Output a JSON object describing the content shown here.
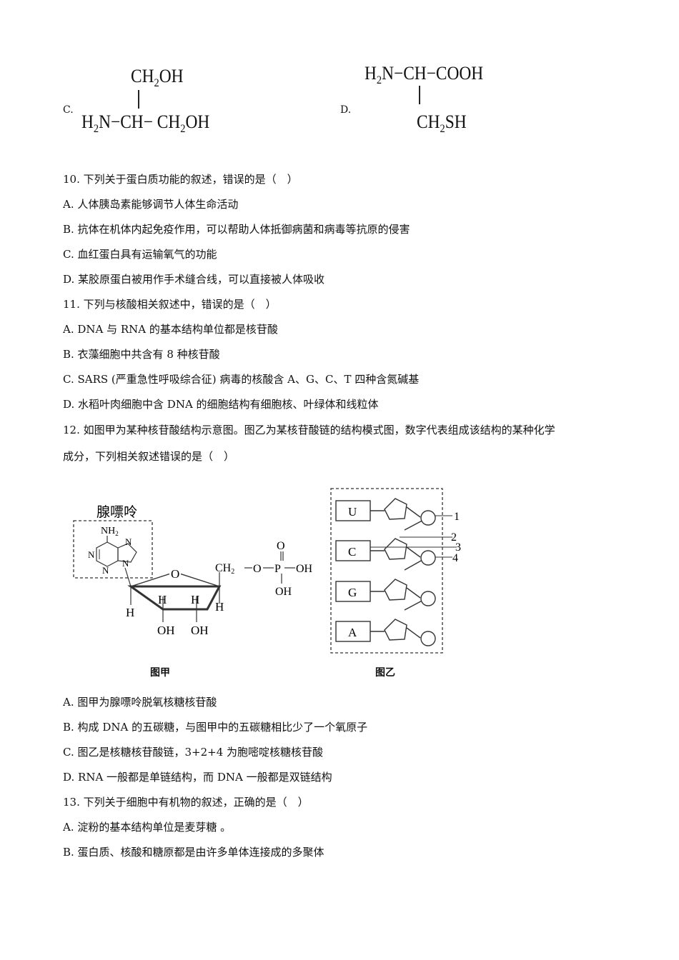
{
  "q9_options": {
    "c_label": "C.",
    "c_top": "CH2OH",
    "c_bottom": "H2N−CH− CH2OH",
    "d_label": "D.",
    "d_top": "H2N−CH−COOH",
    "d_bottom": "CH2SH"
  },
  "q10": {
    "stem": "10. 下列关于蛋白质功能的叙述，错误的是（　）",
    "a": "A. 人体胰岛素能够调节人体生命活动",
    "b": "B. 抗体在机体内起免疫作用，可以帮助人体抵御病菌和病毒等抗原的侵害",
    "c": "C. 血红蛋白具有运输氧气的功能",
    "d": "D. 某胶原蛋白被用作手术缝合线，可以直接被人体吸收"
  },
  "q11": {
    "stem": "11. 下列与核酸相关叙述中，错误的是（　）",
    "a": "A. DNA 与 RNA 的基本结构单位都是核苷酸",
    "b": "B. 衣藻细胞中共含有 8 种核苷酸",
    "c": "C. SARS (严重急性呼吸综合征) 病毒的核酸含 A、G、C、T 四种含氮碱基",
    "d": "D. 水稻叶肉细胞中含 DNA 的细胞结构有细胞核、叶绿体和线粒体"
  },
  "q12": {
    "stem1": "12. 如图甲为某种核苷酸结构示意图。图乙为某核苷酸链的结构模式图，数字代表组成该结构的某种化学",
    "stem2": "成分，下列相关叙述错误的是（　）",
    "fig_a": {
      "caption": "图甲",
      "base_name": "腺嘌呤",
      "nh2": "NH2",
      "n": "N",
      "o": "O",
      "h": "H",
      "oh": "OH",
      "ch2": "CH2",
      "p": "P",
      "dash_o": "O"
    },
    "fig_b": {
      "caption": "图乙",
      "bases": [
        "U",
        "C",
        "G",
        "A"
      ],
      "numbers": [
        "1",
        "2",
        "3",
        "4"
      ]
    },
    "a": "A. 图甲为腺嘌呤脱氧核糖核苷酸",
    "b": "B. 构成 DNA 的五碳糖，与图甲中的五碳糖相比少了一个氧原子",
    "c": "C. 图乙是核糖核苷酸链，3+2+4 为胞嘧啶核糖核苷酸",
    "d": "D. RNA 一般都是单链结构，而 DNA 一般都是双链结构"
  },
  "q13": {
    "stem": "13. 下列关于细胞中有机物的叙述，正确的是（　）",
    "a": "A. 淀粉的基本结构单位是麦芽糖 。",
    "b": "B. 蛋白质、核酸和糖原都是由许多单体连接成的多聚体"
  }
}
